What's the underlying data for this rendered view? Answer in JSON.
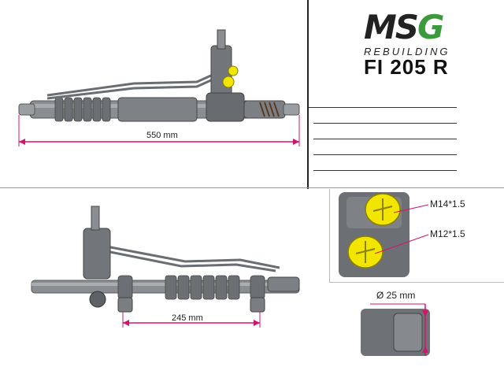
{
  "brand": {
    "logo": "MSG",
    "subtitle": "REBUILDING"
  },
  "part_number": "FI 205 R",
  "dimensions": {
    "length": "550 mm",
    "mount_spacing": "245 mm",
    "diameter": "Ø 25 mm"
  },
  "fittings": {
    "upper": "M14*1.5",
    "lower": "M12*1.5"
  },
  "colors": {
    "dimension_line": "#d4136b",
    "fitting_cap": "#f2e600",
    "rack_metal": "#8a8e92",
    "brand_green": "#3c9a3c"
  }
}
